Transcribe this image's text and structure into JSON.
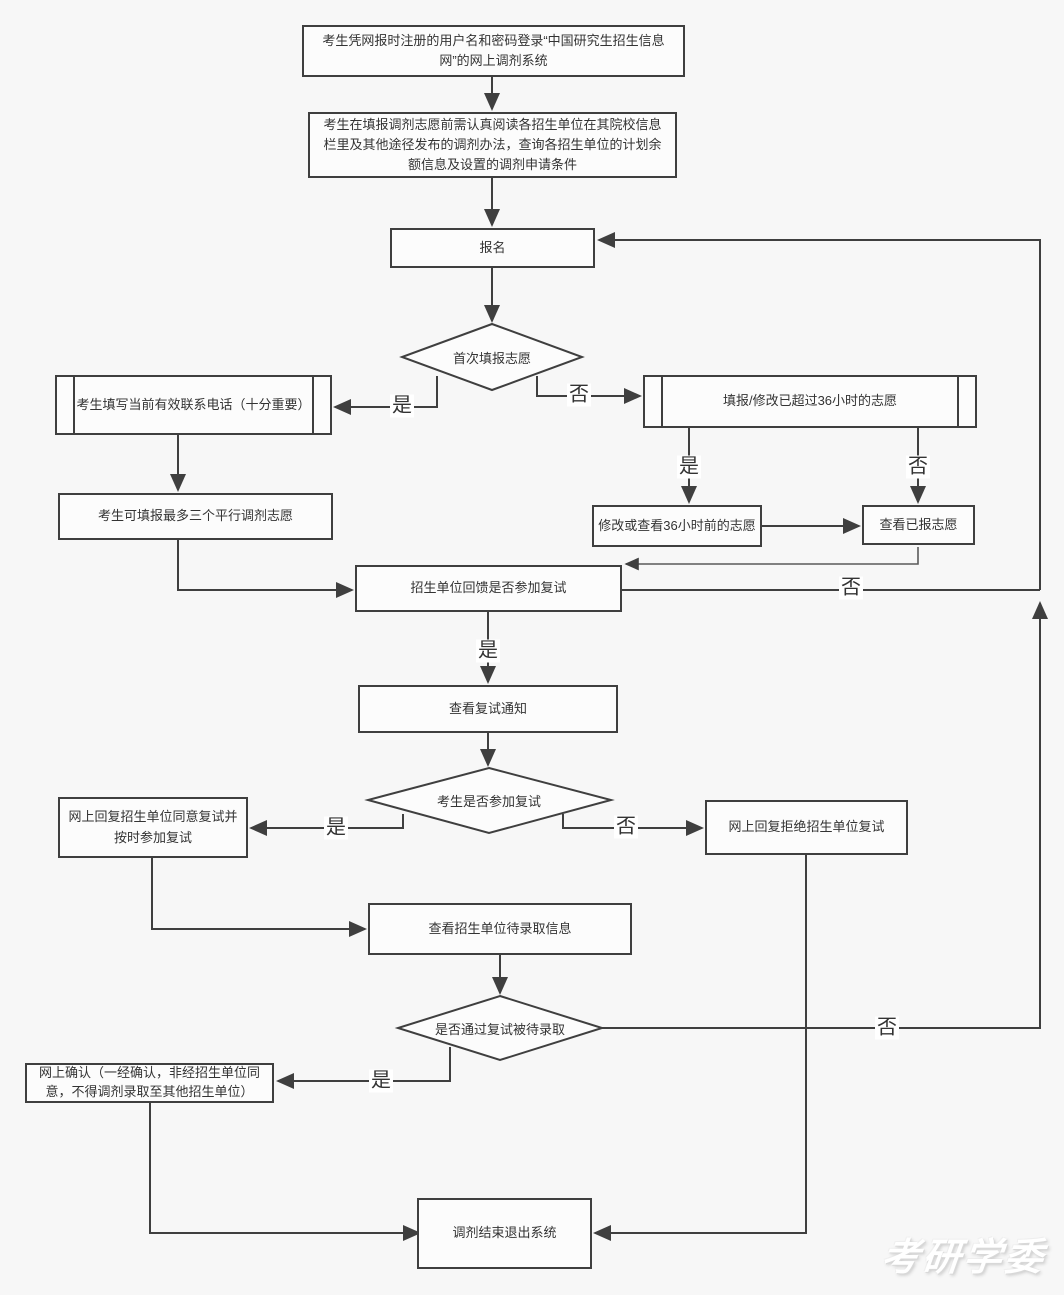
{
  "nodes": {
    "login": "考生凭网报时注册的用户名和密码登录“中国研究生招生信息网”的网上调剂系统",
    "read": "考生在填报调剂志愿前需认真阅读各招生单位在其院校信息栏里及其他途径发布的调剂办法，查询各招生单位的计划余额信息及设置的调剂申请条件",
    "signup": "报名",
    "first_choice": "首次填报志愿",
    "phone": "考生填写当前有效联系电话（十分重要）",
    "over36": "填报/修改已超过36小时的志愿",
    "three": "考生可填报最多三个平行调剂志愿",
    "modify": "修改或查看36小时前的志愿",
    "view_filled": "查看已报志愿",
    "feedback": "招生单位回馈是否参加复试",
    "notice": "查看复试通知",
    "attend": "考生是否参加复试",
    "agree": "网上回复招生单位同意复试并按时参加复试",
    "reject": "网上回复拒绝招生单位复试",
    "pending": "查看招生单位待录取信息",
    "passed": "是否通过复试被待录取",
    "confirm": "网上确认（一经确认，非经招生单位同意，不得调剂录取至其他招生单位）",
    "end": "调剂结束退出系统"
  },
  "edge_labels": {
    "yes": "是",
    "no": "否"
  },
  "watermark": "考研学委",
  "colors": {
    "background": "#f7f7f7",
    "node_fill": "#fcfcfc",
    "border": "#3f3f3f",
    "line": "#3f3f3f",
    "text": "#333333"
  }
}
